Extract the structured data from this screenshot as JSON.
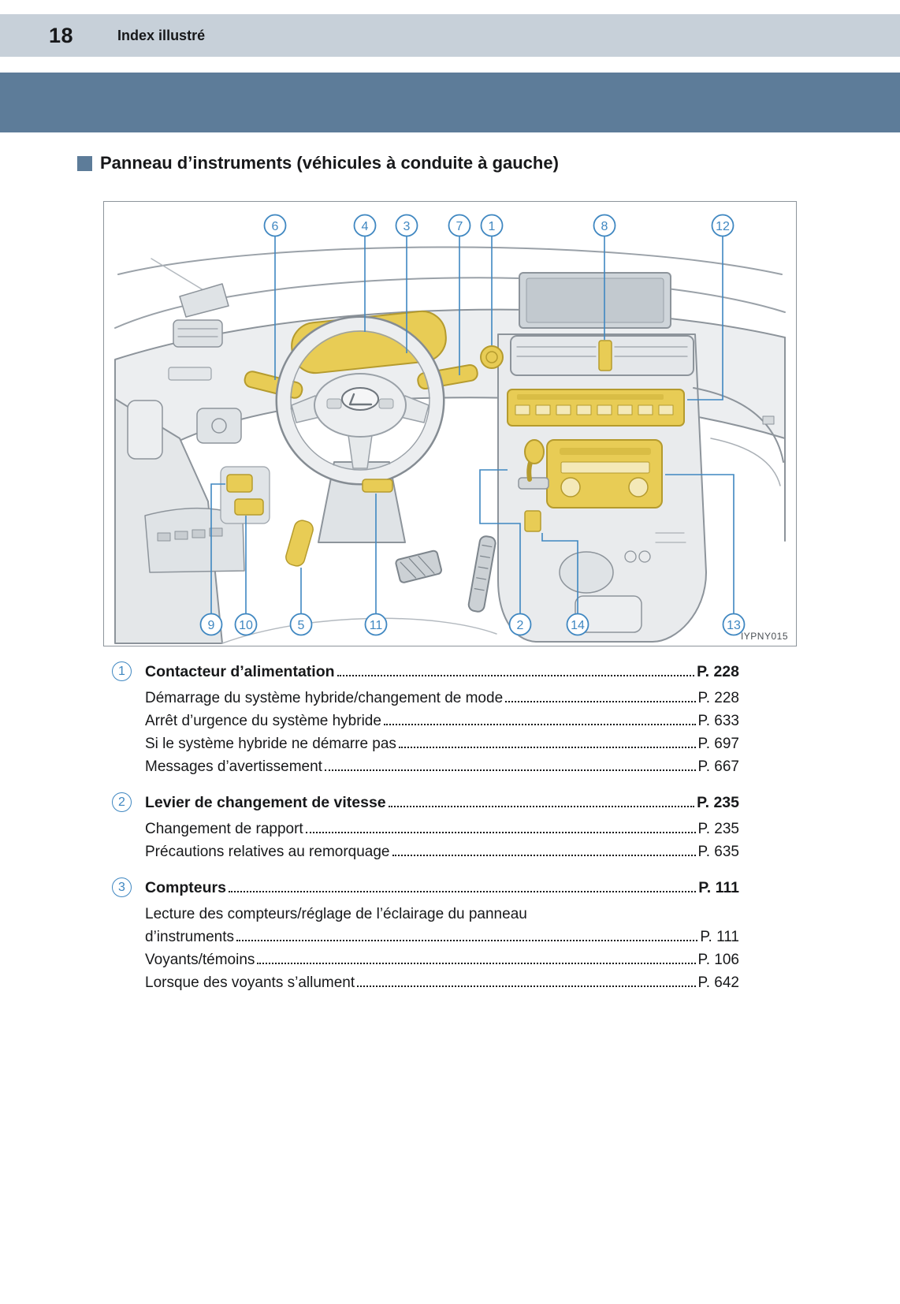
{
  "page": {
    "number": "18",
    "section": "Index illustré"
  },
  "heading": "Panneau d’instruments (véhicules à conduite à gauche)",
  "figure": {
    "code": "IYPNY015",
    "callouts": [
      "6",
      "4",
      "3",
      "7",
      "1",
      "8",
      "12",
      "9",
      "10",
      "5",
      "11",
      "2",
      "14",
      "13"
    ]
  },
  "index": [
    {
      "num": "1",
      "title": "Contacteur d’alimentation",
      "page": "P. 228",
      "subs": [
        {
          "label": "Démarrage du système hybride/changement de mode",
          "page": "P. 228"
        },
        {
          "label": "Arrêt d’urgence du système hybride",
          "page": "P. 633"
        },
        {
          "label": "Si le système hybride ne démarre pas",
          "page": "P. 697"
        },
        {
          "label": "Messages d’avertissement",
          "page": "P. 667"
        }
      ]
    },
    {
      "num": "2",
      "title": "Levier de changement de vitesse",
      "page": "P. 235",
      "subs": [
        {
          "label": "Changement de rapport",
          "page": "P. 235"
        },
        {
          "label": "Précautions relatives au remorquage",
          "page": "P. 635"
        }
      ]
    },
    {
      "num": "3",
      "title": "Compteurs",
      "page": "P. 111",
      "subs": [
        {
          "label": "Lecture des compteurs/réglage de l’éclairage du panneau",
          "page": ""
        },
        {
          "label": "d’instruments",
          "page": "P. 111"
        },
        {
          "label": "Voyants/témoins",
          "page": "P. 106"
        },
        {
          "label": "Lorsque des voyants s’allument",
          "page": "P. 642"
        }
      ]
    }
  ]
}
